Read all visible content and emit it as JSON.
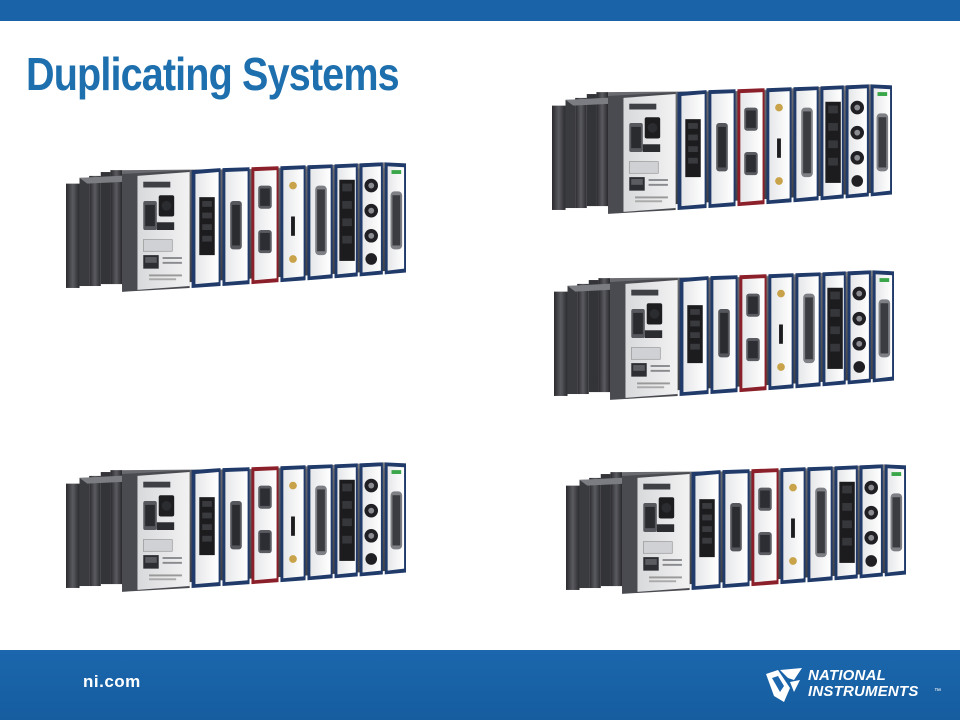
{
  "slide": {
    "title": "Duplicating Systems",
    "colors": {
      "header_bar": "#1a63a8",
      "title": "#1d6fae",
      "footer_bar": "#1b66ad"
    }
  },
  "footer": {
    "url": "ni.com",
    "logo": {
      "icon": "ni-eagle-logo-icon",
      "line1": "NATIONAL",
      "line2": "INSTRUMENTS",
      "tm": "™"
    }
  },
  "systems": [
    {
      "name": "original-system",
      "image": "ni-compactrio-chassis"
    },
    {
      "name": "duplicate-system-1",
      "image": "ni-compactrio-chassis"
    },
    {
      "name": "duplicate-system-2",
      "image": "ni-compactrio-chassis"
    },
    {
      "name": "duplicate-system-3",
      "image": "ni-compactrio-chassis"
    },
    {
      "name": "duplicate-system-4",
      "image": "ni-compactrio-chassis"
    }
  ]
}
